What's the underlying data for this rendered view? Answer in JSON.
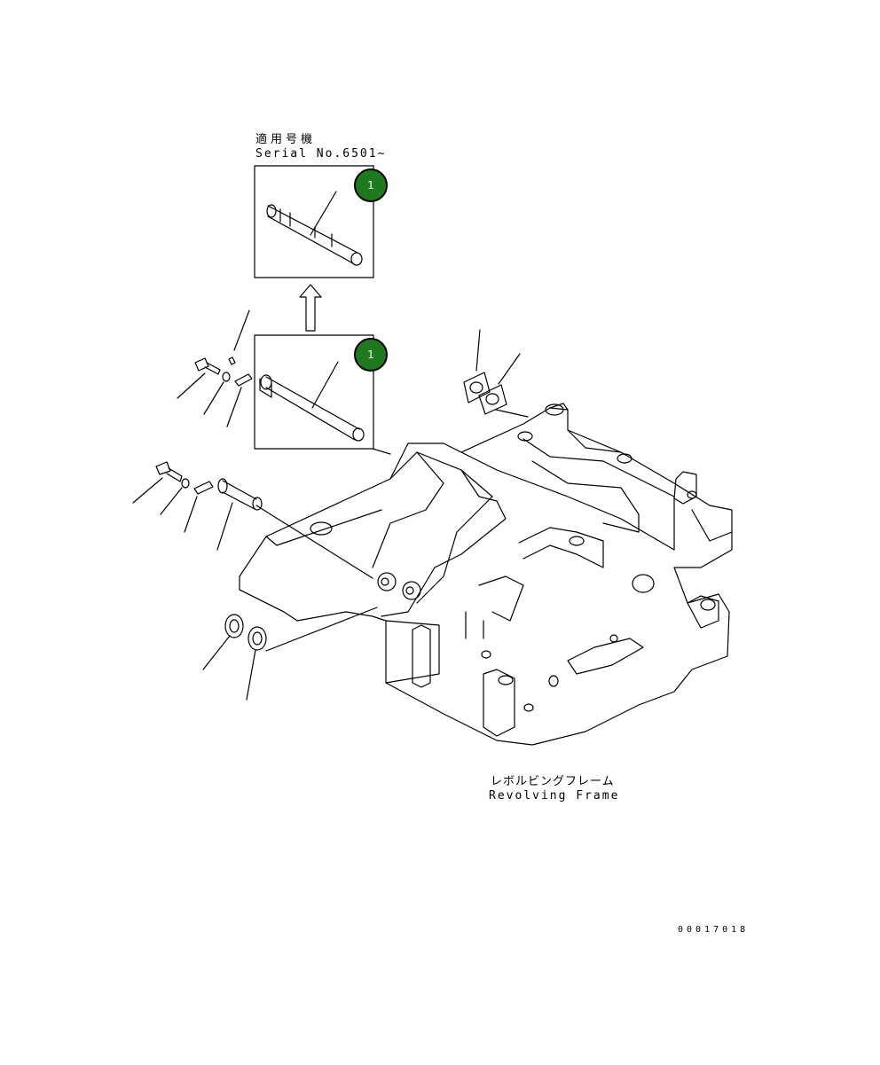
{
  "header_note": {
    "line1": "適用号機",
    "line2": "Serial No.6501~"
  },
  "callouts": [
    {
      "label": "1"
    },
    {
      "label": "1"
    }
  ],
  "frame_label": {
    "japanese": "レボルビングフレーム",
    "english": "Revolving Frame"
  },
  "drawing_number": "00017018",
  "colors": {
    "callout_fill": "#1f7a1f",
    "line": "#000000"
  }
}
